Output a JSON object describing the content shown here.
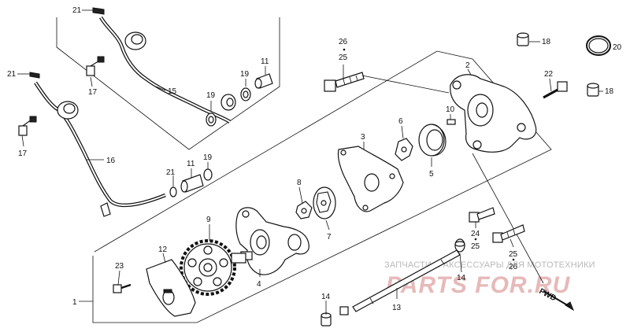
{
  "diagram": {
    "callouts": [
      {
        "id": "c21a",
        "text": "21"
      },
      {
        "id": "c21b",
        "text": "21"
      },
      {
        "id": "c21c",
        "text": "21"
      },
      {
        "id": "c17a",
        "text": "17"
      },
      {
        "id": "c17b",
        "text": "17"
      },
      {
        "id": "c15",
        "text": "15"
      },
      {
        "id": "c16",
        "text": "16"
      },
      {
        "id": "c19a",
        "text": "19"
      },
      {
        "id": "c19b",
        "text": "19"
      },
      {
        "id": "c19c",
        "text": "19"
      },
      {
        "id": "c11a",
        "text": "11"
      },
      {
        "id": "c11b",
        "text": "11"
      },
      {
        "id": "c26a",
        "text": "26"
      },
      {
        "id": "c25a",
        "text": "25"
      },
      {
        "id": "c18a",
        "text": "18"
      },
      {
        "id": "c18b",
        "text": "18"
      },
      {
        "id": "c20",
        "text": "20"
      },
      {
        "id": "c2",
        "text": "2"
      },
      {
        "id": "c22",
        "text": "22"
      },
      {
        "id": "c10",
        "text": "10"
      },
      {
        "id": "c6",
        "text": "6"
      },
      {
        "id": "c3",
        "text": "3"
      },
      {
        "id": "c5",
        "text": "5"
      },
      {
        "id": "c8",
        "text": "8"
      },
      {
        "id": "c7",
        "text": "7"
      },
      {
        "id": "c9",
        "text": "9"
      },
      {
        "id": "c4",
        "text": "4"
      },
      {
        "id": "c12",
        "text": "12"
      },
      {
        "id": "c23",
        "text": "23"
      },
      {
        "id": "c1",
        "text": "1"
      },
      {
        "id": "c24",
        "text": "24"
      },
      {
        "id": "c25b",
        "text": "25"
      },
      {
        "id": "c25c",
        "text": "25"
      },
      {
        "id": "c26b",
        "text": "26"
      },
      {
        "id": "c14a",
        "text": "14"
      },
      {
        "id": "c14b",
        "text": "14"
      },
      {
        "id": "c13",
        "text": "13"
      }
    ],
    "fwd_label": "FWD"
  },
  "watermark": {
    "caption": "ЗАПЧАСТИ И АКСЕССУАРЫ ДЛЯ МОТОТЕХНИКИ",
    "brand": "PARTS FOR.RU"
  },
  "colors": {
    "ink": "#111111",
    "background": "#ffffff",
    "watermark_caption": "#b9b9b9",
    "watermark_brand": "#e7b9b9"
  }
}
